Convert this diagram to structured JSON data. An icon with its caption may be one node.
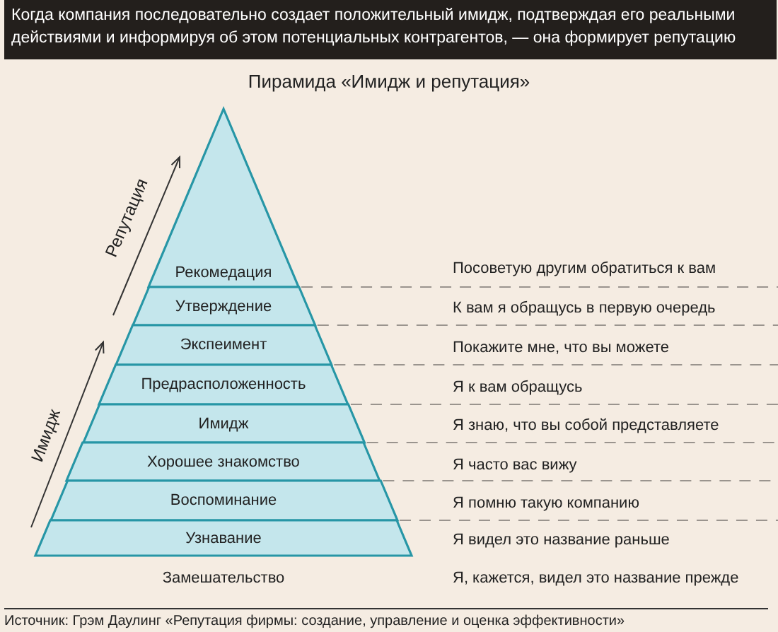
{
  "diagram": {
    "title": "Пирамида «Имидж и репутация»",
    "caption": "Источник: Грэм Даулинг «Репутация фирмы: создание, управление и оценка эффективности»",
    "nodes": [
      {
        "text": [
          "Рекомедация"
        ]
      },
      {
        "text": [
          "Утверждение"
        ]
      },
      {
        "text": [
          "Экспеимент"
        ]
      },
      {
        "text": [
          "Предрасположенность"
        ]
      },
      {
        "text": [
          "Имидж"
        ]
      },
      {
        "text": [
          "Хорошее знакомство"
        ]
      },
      {
        "text": [
          "Воспоминание"
        ]
      },
      {
        "text": [
          "Узнавание"
        ]
      }
    ],
    "edges": [],
    "labels": [
      "Когда компания последовательно создает положительный имидж, подтверждая его реальными действиями и информируя об этом потенциальных контрагентов, — она формирует репутацию",
      "Репутация",
      "Имидж",
      "Посоветую другим обратиться к вам",
      "К вам я обращусь в первую очередь",
      "Покажите мне, что вы можете",
      "Я к вам обращусь",
      "Я знаю, что вы собой представляете",
      "Я часто вас вижу",
      "Я помню такую компанию",
      "Я видел это название раньше",
      "Замешательство",
      "Я, кажется, видел это название прежде"
    ]
  }
}
